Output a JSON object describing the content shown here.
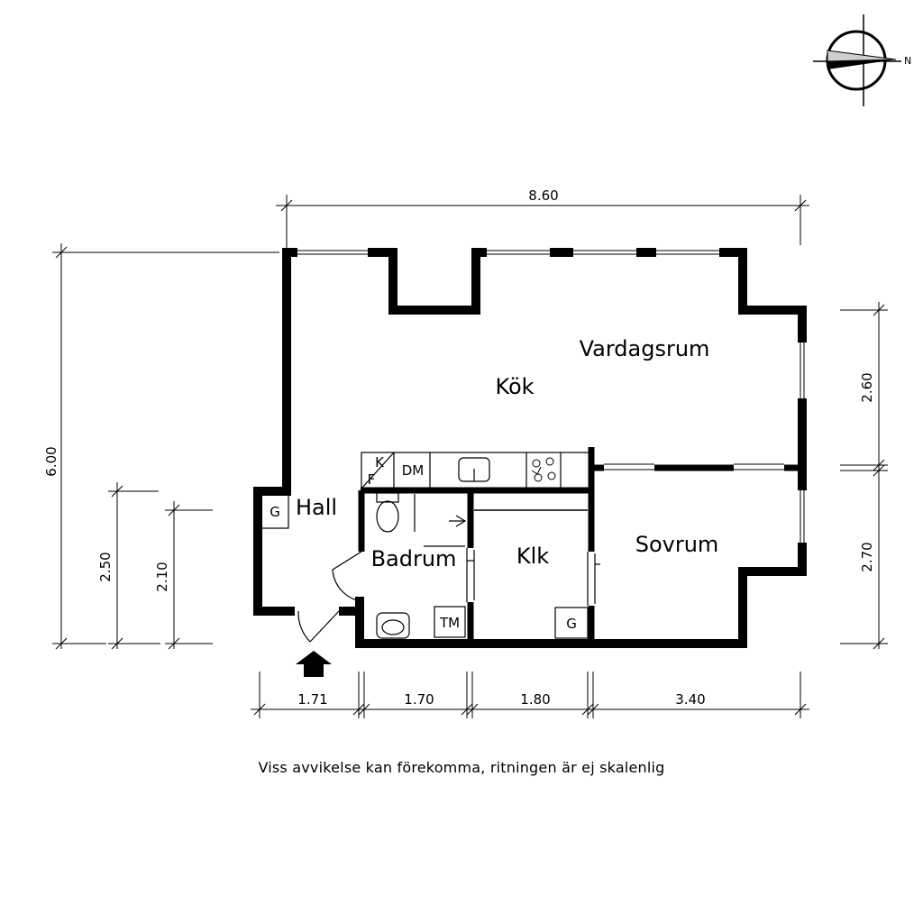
{
  "rooms": {
    "kok": "Kök",
    "vardagsrum": "Vardagsrum",
    "hall": "Hall",
    "badrum": "Badrum",
    "klk": "Klk",
    "sovrum": "Sovrum"
  },
  "fixtures": {
    "k": "K",
    "f": "F",
    "dm": "DM",
    "tm": "TM",
    "g_hall": "G",
    "g_klk": "G"
  },
  "dimensions": {
    "total_width": "8.60",
    "total_height": "6.00",
    "left_2_50": "2.50",
    "left_2_10": "2.10",
    "right_2_60": "2.60",
    "right_2_70": "2.70",
    "bottom_1_71": "1.71",
    "bottom_1_70": "1.70",
    "bottom_1_80": "1.80",
    "bottom_3_40": "3.40"
  },
  "compass": {
    "north": "N"
  },
  "disclaimer": "Viss avvikelse kan förekomma, ritningen är ej skalenlig",
  "icons": [
    "compass-icon",
    "entrance-arrow-icon",
    "sink-icon",
    "stove-icon",
    "toilet-icon",
    "washbasin-icon",
    "shower-icon"
  ]
}
